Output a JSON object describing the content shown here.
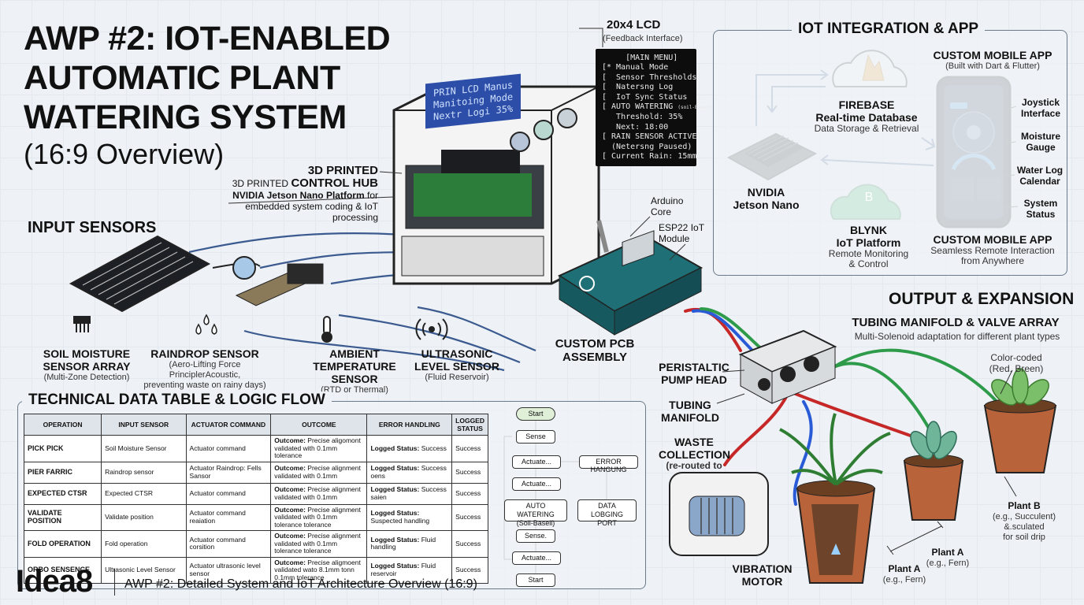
{
  "header": {
    "title_lines": [
      "AWP #2: IOT-ENABLED",
      "AUTOMATIC PLANT",
      "WATERING SYSTEM"
    ],
    "subtitle": "(16:9 Overview)"
  },
  "lcd": {
    "title": "20x4 LCD",
    "sub": "(Feedback Interface)",
    "screen_lines": [
      "PRIN LCD Manus",
      "Manitoing Mode",
      "Nextr Logi 35%"
    ],
    "menu_lines": [
      "     [MAIN MENU]",
      "[* Manual Mode      ]",
      "[  Sensor Thresholds]",
      "[  Natersng Log     ]",
      "[  IoT Sync Status  ]",
      "[ AUTO WATERING",
      "   Threshold: 35%",
      "   Next: 18:00",
      "[ RAIN SENSOR ACTIVE]",
      "  (Netersng Paused)",
      "[ Current Rain: 15mm]"
    ],
    "auto_note": "(soil-Based)"
  },
  "hub": {
    "title_a": "3D PRINTED",
    "title_b": "CONTROL HUB",
    "line1": "3D PRINTED",
    "line2": "NVIDIA Jetson Nano Platform",
    "line2b": "for",
    "line3": "embedded system coding & IoT processing"
  },
  "arduino": {
    "label": "Arduino Core"
  },
  "esp": {
    "label": "ESP22 IoT Module"
  },
  "pcb": {
    "label_a": "CUSTOM PCB",
    "label_b": "ASSEMBLY"
  },
  "input_sensors": {
    "title": "INPUT SENSORS",
    "items": [
      {
        "name_a": "SOIL MOISTURE",
        "name_b": "SENSOR ARRAY",
        "desc": "(Multi-Zone Detection)"
      },
      {
        "name_a": "RAINDROP SENSOR",
        "name_b": "",
        "desc": "(Aero-Lifting Force PrinciplerAcoustic,",
        "desc2": "preventing waste on rainy days)"
      },
      {
        "name_a": "AMBIENT",
        "name_b": "TEMPERATURE SENSOR",
        "desc": "(RTD or Thermal)"
      },
      {
        "name_a": "ULTRASONIC",
        "name_b": "LEVEL SENSOR",
        "desc": "(Fluid Reservoir)"
      }
    ]
  },
  "iot": {
    "title": "IOT INTEGRATION & APP",
    "firebase": {
      "name": "FIREBASE",
      "line1": "Real-time Database",
      "line2": "Data Storage & Retrieval"
    },
    "jetson": {
      "name_a": "NVIDIA",
      "name_b": "Jetson Nano"
    },
    "blynk": {
      "name_a": "BLYNK",
      "name_b": "IoT Platform",
      "line1": "Remote Monitoring",
      "line2": "& Control",
      "glyph": "B"
    },
    "app_top": {
      "title": "CUSTOM MOBILE APP",
      "sub": "(Built with Dart & Flutter)"
    },
    "app_bottom": {
      "title": "CUSTOM MOBILE APP",
      "line1": "Seamless Remote Interaction",
      "line2": "from Anywhere"
    },
    "app_features": [
      {
        "a": "Joystick",
        "b": "Interface"
      },
      {
        "a": "Moisture",
        "b": "Gauge"
      },
      {
        "a": "Water Log",
        "b": "Calendar"
      },
      {
        "a": "System",
        "b": "Status"
      }
    ]
  },
  "output": {
    "title": "OUTPUT & EXPANSION",
    "manifold_title": "TUBING MANIFOLD & VALVE ARRAY",
    "manifold_sub": "Multi-Solenoid adaptation for different plant types",
    "color_coded_a": "Color-coded",
    "color_coded_b": "(Red, Breen)",
    "pump_a": "PERISTALTIC",
    "pump_b": "PUMP HEAD",
    "tubing_a": "TUBING",
    "tubing_b": "MANIFOLD",
    "waste_a": "WASTE",
    "waste_b": "COLLECTION",
    "waste_c": "(re-routed to",
    "vibration_a": "VIBRATION",
    "vibration_b": "MOTOR",
    "plantA1_a": "Plant A",
    "plantA1_b": "(e.g., Fern)",
    "plantA2_a": "Plant A",
    "plantA2_b": "(e.g., Fern)",
    "plantB_a": "Plant B",
    "plantB_b": "(e.g., Succulent)",
    "plantB_c": "&.sculated",
    "plantB_d": "for soil drip"
  },
  "tech": {
    "title": "TECHNICAL DATA TABLE & LOGIC FLOW",
    "headers": [
      "OPERATION",
      "INPUT SENSOR",
      "ACTUATOR COMMAND",
      "OUTCOME",
      "ERROR HANDLING",
      "LOGGED STATUS"
    ],
    "rows": [
      {
        "op": "PICK PICK",
        "sensor": "Soil Moisture Sensor",
        "cmd": "Actuator command",
        "outcome_b": "Outcome:",
        "outcome": "Precise aligomont validated with 0.1mm tolerance",
        "err_b": "Logged Status:",
        "err": "Success",
        "status": "Success"
      },
      {
        "op": "PIER FARRIC",
        "sensor": "Raindrop sensor",
        "cmd": "Actuator Raindrop: Fells Sansor",
        "outcome_b": "Outcome:",
        "outcome": "Precise alignment validated with 0.1mm",
        "err_b": "Logged Status:",
        "err": "Success oens",
        "status": "Success"
      },
      {
        "op": "EXPECTED CTSR",
        "sensor": "Expected CTSR",
        "cmd": "Actuator command",
        "outcome_b": "Outcome:",
        "outcome": "Precise alignment validated with 0.1mm",
        "err_b": "Logged Status:",
        "err": "Success saien",
        "status": "Success"
      },
      {
        "op": "VALIDATE POSITION",
        "sensor": "Validate position",
        "cmd": "Actuator command reaiation",
        "outcome_b": "Outcome:",
        "outcome": "Precise alignment validated with 0.1mm tolerance tolerance",
        "err_b": "Logged Status:",
        "err": "Suspected handling",
        "status": "Success"
      },
      {
        "op": "FOLD OPERATION",
        "sensor": "Fold operation",
        "cmd": "Actuator command corsition",
        "outcome_b": "Outcome:",
        "outcome": "Precise alignment validated with 0.1mm tolerance tolerance",
        "err_b": "Logged Status:",
        "err": "Fluid handling",
        "status": "Success"
      },
      {
        "op": "ORBO SENSENCE",
        "sensor": "Ultrasonic Level Sensor",
        "cmd": "Actuator ultrasonic level sensor",
        "outcome_b": "Outcome:",
        "outcome": "Precise aligmoent validated wato 8.1mm tonn 0.1mm tolerance",
        "err_b": "Logged Status:",
        "err": "Fluid reservoir",
        "status": "Success"
      }
    ]
  },
  "flow": {
    "start": "Start",
    "sense1": "Sense",
    "actuate1": "Actuate...",
    "actuate2": "Actuate...",
    "auto_a": "AUTO WATERING",
    "auto_b": "(Soil-Baseil)",
    "sense2": "Sense.",
    "actuate3": "Actuate...",
    "end": "Start",
    "error": "ERROR HANGUNG",
    "log_a": "DATA LOBGING",
    "log_b": "PORT"
  },
  "footer": {
    "logo": "Idea8",
    "caption": "AWP #2: Detailed System and IoT Architecture Overview (16:9)"
  },
  "colors": {
    "lcd_blue": "#2c4ea8",
    "firebase_orange": "#f5a623",
    "blynk_green": "#3ec46d",
    "tube_red": "#c62828",
    "tube_green": "#2e9b4a",
    "tube_blue": "#2a5bd7",
    "pcb_teal": "#1e6f76"
  }
}
